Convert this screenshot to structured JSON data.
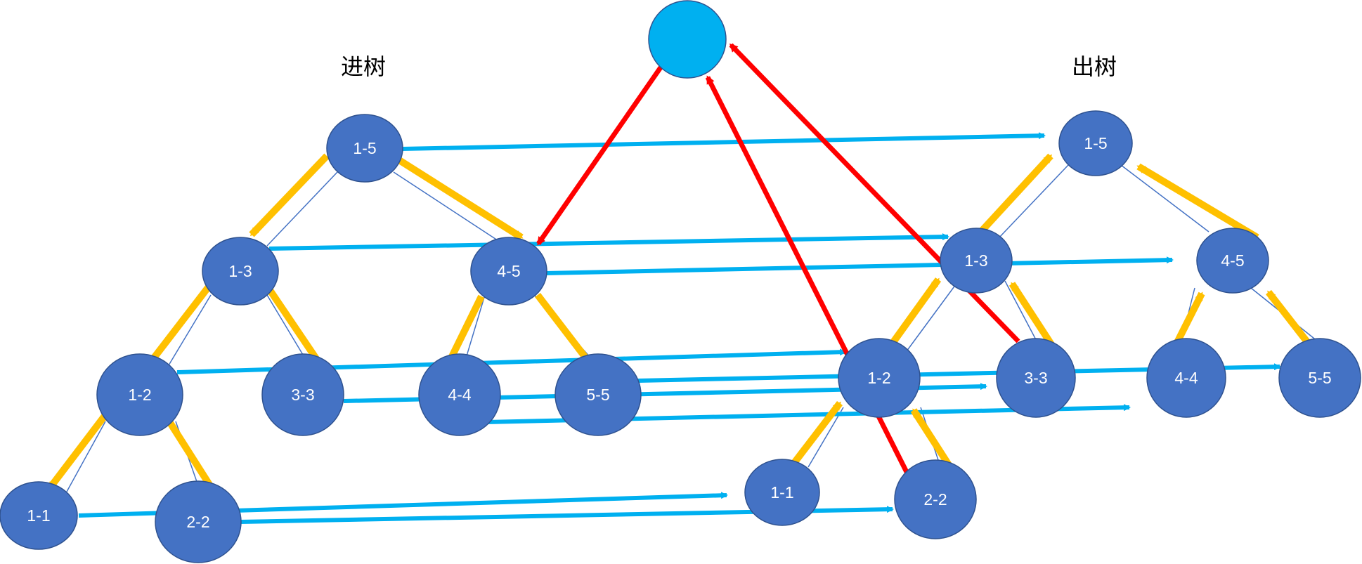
{
  "titles": {
    "in_tree": "进树",
    "out_tree": "出树"
  },
  "colors": {
    "node_fill": "#4472C4",
    "node_stroke": "#2F528F",
    "root_fill": "#00B0F0",
    "cross_edge": "#00B0F0",
    "tree_edge_in": "#FFC000",
    "tree_edge_out": "#FFC000",
    "root_edge": "#FF0000",
    "thin_edge": "#4472C4"
  },
  "in_tree": {
    "nodes": [
      {
        "id": "in-1-5",
        "label": "1-5"
      },
      {
        "id": "in-1-3",
        "label": "1-3"
      },
      {
        "id": "in-4-5",
        "label": "4-5"
      },
      {
        "id": "in-1-2",
        "label": "1-2"
      },
      {
        "id": "in-3-3",
        "label": "3-3"
      },
      {
        "id": "in-4-4",
        "label": "4-4"
      },
      {
        "id": "in-5-5",
        "label": "5-5"
      },
      {
        "id": "in-1-1",
        "label": "1-1"
      },
      {
        "id": "in-2-2",
        "label": "2-2"
      }
    ]
  },
  "out_tree": {
    "nodes": [
      {
        "id": "out-1-5",
        "label": "1-5"
      },
      {
        "id": "out-1-3",
        "label": "1-3"
      },
      {
        "id": "out-4-5",
        "label": "4-5"
      },
      {
        "id": "out-1-2",
        "label": "1-2"
      },
      {
        "id": "out-3-3",
        "label": "3-3"
      },
      {
        "id": "out-4-4",
        "label": "4-4"
      },
      {
        "id": "out-5-5",
        "label": "5-5"
      },
      {
        "id": "out-1-1",
        "label": "1-1"
      },
      {
        "id": "out-2-2",
        "label": "2-2"
      }
    ]
  },
  "root": {
    "id": "virtual-root",
    "label": ""
  }
}
